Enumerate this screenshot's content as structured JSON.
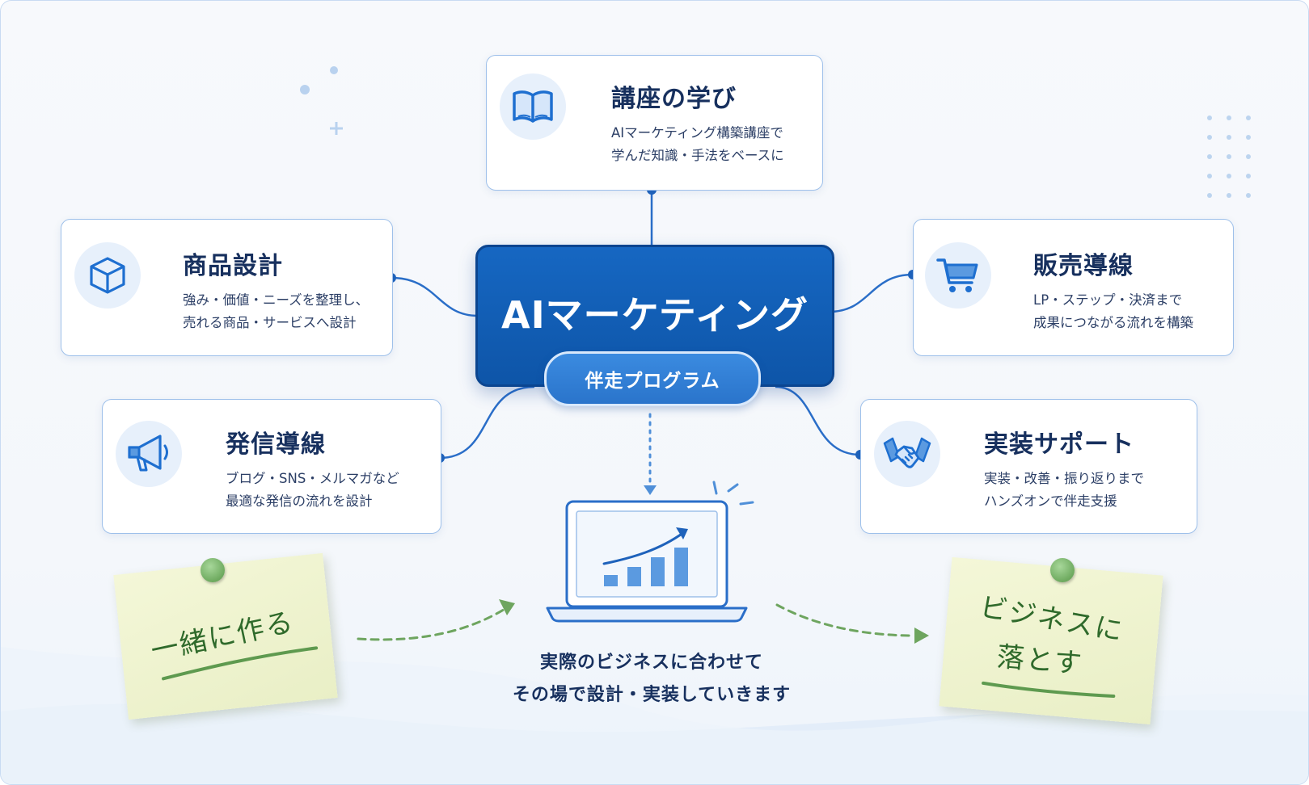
{
  "hub": {
    "title": "AIマーケティング",
    "subtitle": "伴走プログラム"
  },
  "cards": {
    "learning": {
      "icon": "open-book-icon",
      "title": "講座の学び",
      "lines": [
        "AIマーケティング構築講座で",
        "学んだ知識・手法をベースに"
      ]
    },
    "product": {
      "icon": "cube-icon",
      "title": "商品設計",
      "lines": [
        "強み・価値・ニーズを整理し、",
        "売れる商品・サービスへ設計"
      ]
    },
    "sales": {
      "icon": "shopping-cart-icon",
      "title": "販売導線",
      "lines": [
        "LP・ステップ・決済まで",
        "成果につながる流れを構築"
      ]
    },
    "outreach": {
      "icon": "megaphone-icon",
      "title": "発信導線",
      "lines": [
        "ブログ・SNS・メルマガなど",
        "最適な発信の流れを設計"
      ]
    },
    "support": {
      "icon": "handshake-icon",
      "title": "実装サポート",
      "lines": [
        "実装・改善・振り返りまで",
        "ハンズオンで伴走支援"
      ]
    }
  },
  "notes": {
    "left": {
      "text": "一緒に作る"
    },
    "right": {
      "lines": [
        "ビジネスに",
        "落とす"
      ]
    }
  },
  "bottom": {
    "icon": "laptop-growth-chart-icon",
    "caption_lines": [
      "実際のビジネスに合わせて",
      "その場で設計・実装していきます"
    ]
  },
  "colors": {
    "primary": "#0e55a8",
    "accent": "#2a74cb",
    "card_border": "#9ec0ea",
    "icon_blue": "#1e6fd0",
    "note_green": "#2f6a2b",
    "note_paper": "#eef2cf"
  }
}
